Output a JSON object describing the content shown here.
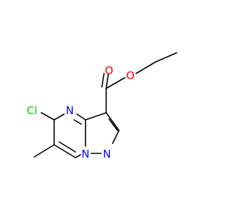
{
  "molecule": {
    "atoms": {
      "cl": "Cl",
      "n_ring_top": "N",
      "n_bridge": "N",
      "n_pyrazole": "N",
      "o_carbonyl": "O",
      "o_ester": "O"
    },
    "colors": {
      "bond": "#000000",
      "carbon": "#000000",
      "nitrogen": "#0000ff",
      "oxygen": "#ff0000",
      "chlorine": "#00cc00"
    }
  }
}
